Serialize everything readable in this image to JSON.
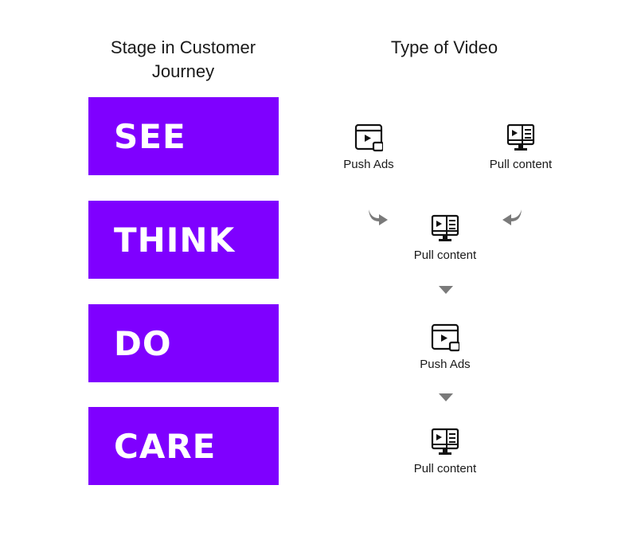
{
  "headings": {
    "stage": "Stage in Customer Journey",
    "video": "Type of Video"
  },
  "stages": [
    {
      "label": "SEE"
    },
    {
      "label": "THINK"
    },
    {
      "label": "DO"
    },
    {
      "label": "CARE"
    }
  ],
  "video_nodes": {
    "see_push": {
      "label": "Push  Ads",
      "icon": "push-ad-icon"
    },
    "see_pull": {
      "label": "Pull content",
      "icon": "monitor-content-icon"
    },
    "think_pull": {
      "label": "Pull content",
      "icon": "monitor-content-icon"
    },
    "do_push": {
      "label": "Push  Ads",
      "icon": "push-ad-icon"
    },
    "care_pull": {
      "label": "Pull content",
      "icon": "monitor-content-icon"
    }
  },
  "colors": {
    "stage_fill": "#7f00ff",
    "stage_text": "#ffffff",
    "arrow": "#7a7a7a",
    "icon": "#111111"
  }
}
